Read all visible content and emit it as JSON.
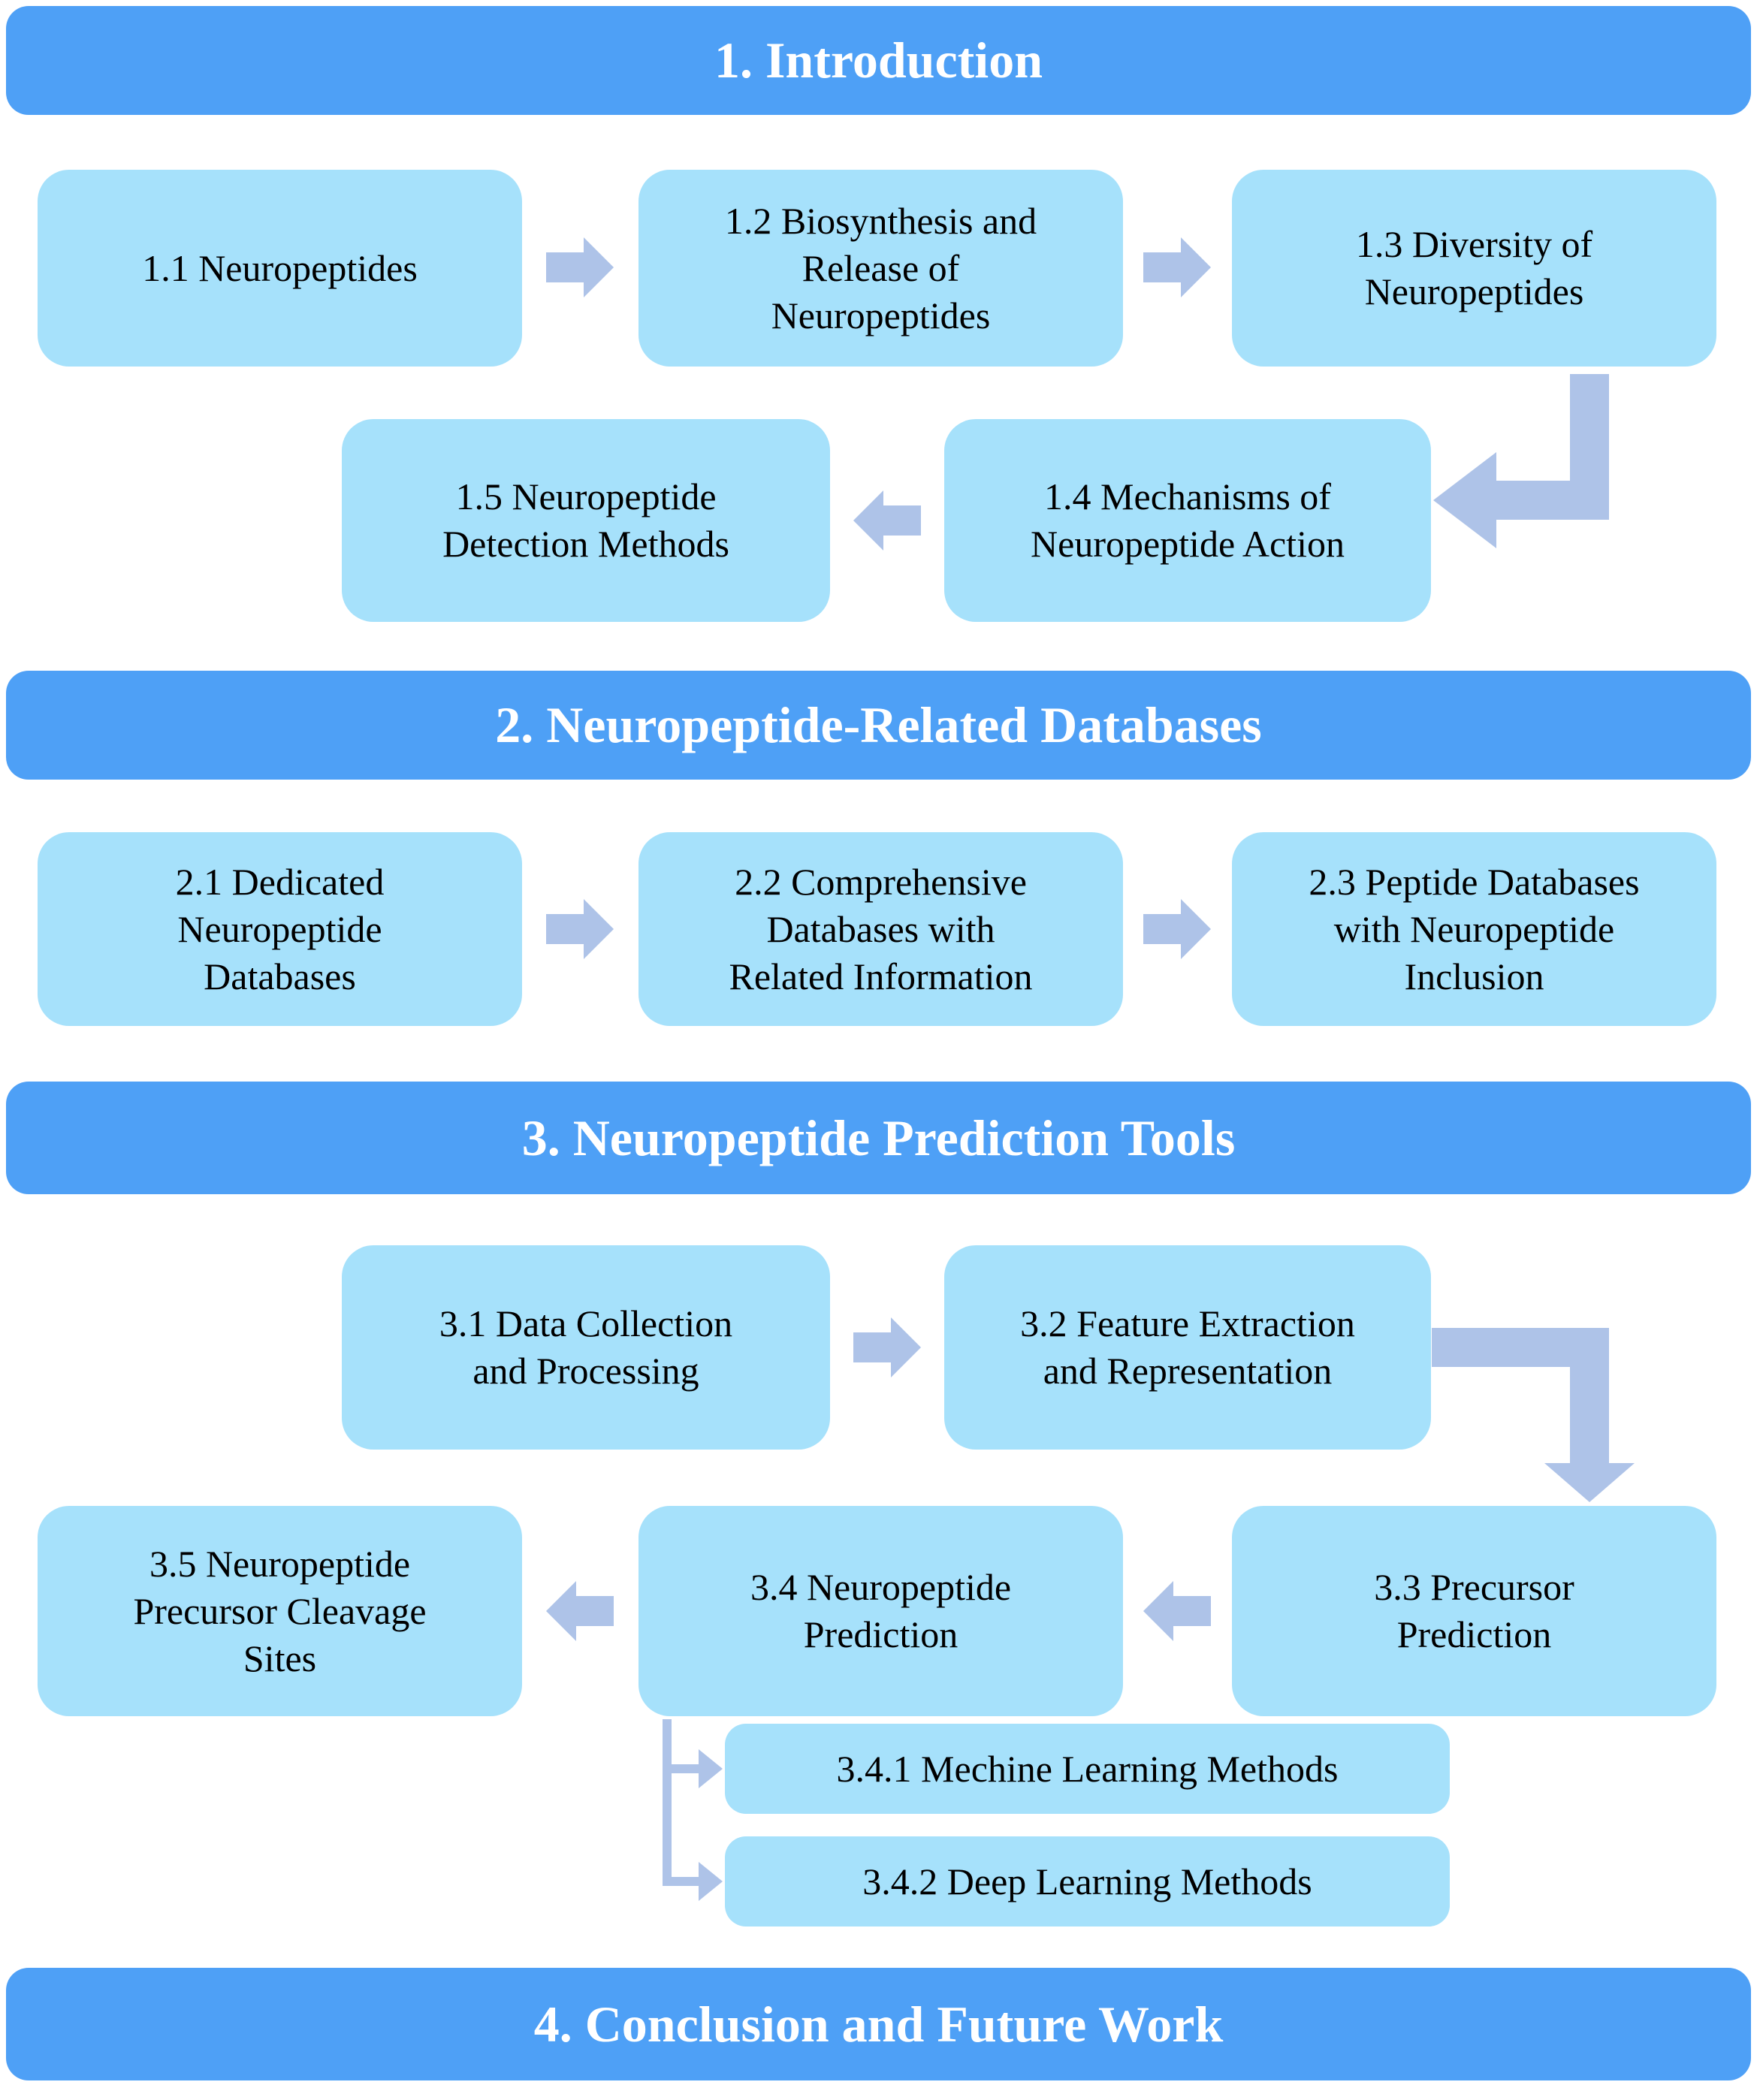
{
  "title": "Paper structure flowchart: neuropeptide review outline",
  "colors": {
    "header_bg": "#4EA0F6",
    "header_text": "#FFFFFF",
    "box_bg": "#A6E1FB",
    "box_text": "#000000",
    "connector": "#AEC3E8",
    "page_bg": "#FFFFFF"
  },
  "headers": {
    "s1": "1. Introduction",
    "s2": "2. Neuropeptide-Related Databases",
    "s3": "3. Neuropeptide Prediction Tools",
    "s4": "4. Conclusion and Future Work"
  },
  "boxes": {
    "b11": "1.1 Neuropeptides",
    "b12": [
      "1.2 Biosynthesis and",
      "Release of",
      "Neuropeptides"
    ],
    "b13": [
      "1.3 Diversity of",
      "Neuropeptides"
    ],
    "b14": [
      "1.4 Mechanisms of",
      "Neuropeptide Action"
    ],
    "b15": [
      "1.5 Neuropeptide",
      "Detection Methods"
    ],
    "b21": [
      "2.1 Dedicated",
      "Neuropeptide",
      "Databases"
    ],
    "b22": [
      "2.2 Comprehensive",
      "Databases with",
      "Related Information"
    ],
    "b23": [
      "2.3 Peptide Databases",
      "with Neuropeptide",
      "Inclusion"
    ],
    "b31": [
      "3.1 Data Collection",
      "and Processing"
    ],
    "b32": [
      "3.2 Feature Extraction",
      "and Representation"
    ],
    "b33": [
      "3.3 Precursor",
      "Prediction"
    ],
    "b34": [
      "3.4 Neuropeptide",
      "Prediction"
    ],
    "b35": [
      "3.5 Neuropeptide",
      "Precursor Cleavage",
      "Sites"
    ],
    "b341": "3.4.1 Mechine Learning Methods",
    "b342": "3.4.2 Deep Learning Methods"
  }
}
